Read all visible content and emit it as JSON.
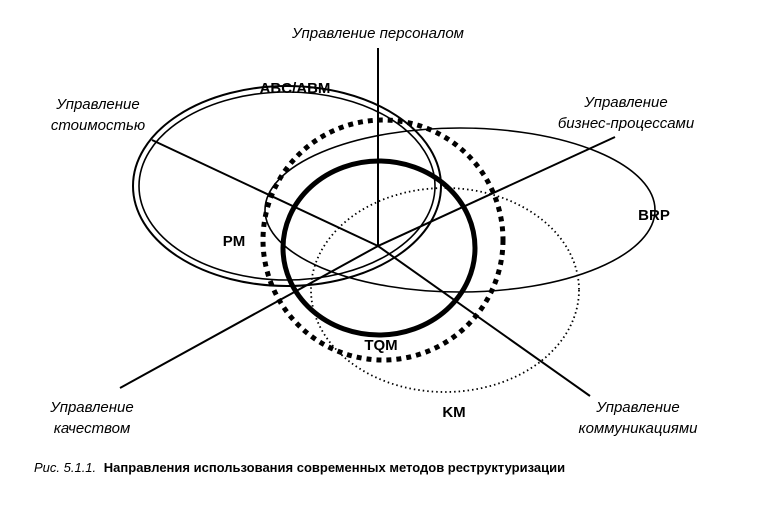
{
  "axes": {
    "personnel": "Управление персоналом",
    "cost_line1": "Управление",
    "cost_line2": "стоимостью",
    "business_line1": "Управление",
    "business_line2": "бизнес-процессами",
    "quality_line1": "Управление",
    "quality_line2": "качеством",
    "comm_line1": "Управление",
    "comm_line2": "коммуникациями"
  },
  "methods": {
    "abc": "ABC/ABM",
    "pm": "PM",
    "brp": "BRP",
    "tqm": "TQM",
    "km": "KM"
  },
  "caption": {
    "number": "Рис. 5.1.1.",
    "text": "Направления использования современных методов реструктуризации"
  }
}
